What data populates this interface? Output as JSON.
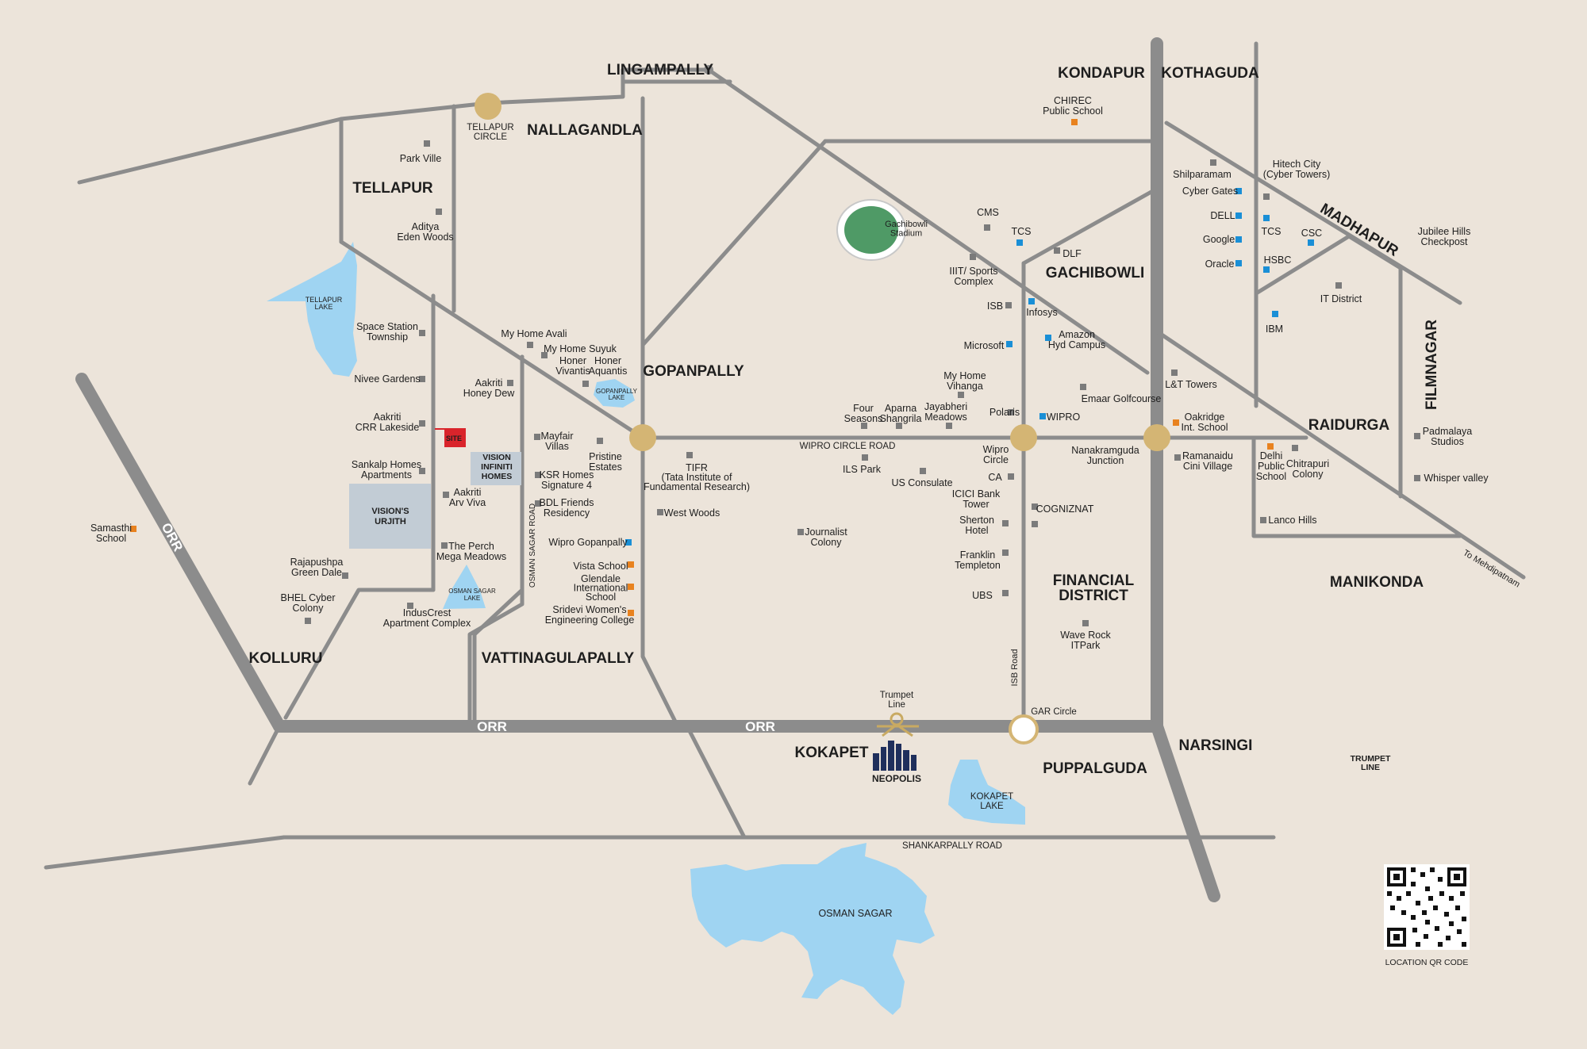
{
  "colors": {
    "background": "#ece4da",
    "road": "#8c8c8c",
    "water": "#9fd4f2",
    "junction": "#d4b574",
    "site": "#d9242b",
    "project_box": "#c2ccd5",
    "stadium": "#4f9a66",
    "school_marker": "#e8821f",
    "it_marker": "#1a8fd6",
    "generic_marker": "#7b7b7b"
  },
  "areas": {
    "lingampally": "LINGAMPALLY",
    "nallagandla": "NALLAGANDLA",
    "tellapur": "TELLAPUR",
    "gopanpally": "GOPANPALLY",
    "kondapur": "KONDAPUR",
    "kothaguda": "KOTHAGUDA",
    "madhapur": "MADHAPUR",
    "gachibowli": "GACHIBOWLI",
    "filmnagar": "FILMNAGAR",
    "raidurga": "RAIDURGA",
    "manikonda": "MANIKONDA",
    "financial_district": "FINANCIAL\nDISTRICT",
    "kolluru": "KOLLURU",
    "vattinagulapally": "VATTINAGULAPALLY",
    "kokapet": "KOKAPET",
    "puppalguda": "PUPPALGUDA",
    "narsingi": "NARSINGI"
  },
  "roads": {
    "orr_diag": "ORR",
    "orr_west": "ORR",
    "orr_mid": "ORR",
    "osman_sagar_road": "OSMAN SAGAR ROAD",
    "wipro_circle_road": "WIPRO CIRCLE ROAD",
    "isb_road": "ISB Road",
    "shankarpally_road": "SHANKARPALLY ROAD",
    "to_mehdipatnam": "To Mehdipatnam"
  },
  "water": {
    "tellapur_lake": "TELLAPUR\nLAKE",
    "gopanpally_lake": "GOPANPALLY\nLAKE",
    "osman_sagar_lake": "OSMAN SAGAR\nLAKE",
    "kokapet_lake": "KOKAPET\nLAKE",
    "osman_sagar": "OSMAN SAGAR"
  },
  "junctions": {
    "tellapur_circle": "TELLAPUR\nCIRCLE",
    "gar_circle": "GAR Circle",
    "trumpet_line": "Trumpet\nLine",
    "trumpet_line_right": "TRUMPET\nLINE"
  },
  "site": {
    "badge": "SITE",
    "vision_infiniti": "VISION\nINFINITI\nHOMES",
    "visions_urjith": "VISION'S\nURJITH",
    "neopolis": "NEOPOLIS"
  },
  "stadium": "Gachibowli\nStadium",
  "landmarks": {
    "park_ville": "Park Ville",
    "aditya_eden_woods": "Aditya\nEden Woods",
    "space_station_township": "Space Station\nTownship",
    "nivee_gardens": "Nivee Gardens",
    "aakriti_crr_lakeside": "Aakriti\nCRR Lakeside",
    "sankalp_homes": "Sankalp Homes\nApartments",
    "aakriti_arv_viva": "Aakriti\nArv Viva",
    "the_perch": "The Perch\nMega Meadows",
    "rajapushpa": "Rajapushpa\nGreen Dale",
    "bhel_cyber_colony": "BHEL Cyber\nColony",
    "industcrest": "IndusCrest\nApartment Complex",
    "samasthi_school": "Samasthi\nSchool",
    "my_home_avali": "My Home Avali",
    "my_home_suyuk": "My Home Suyuk",
    "honer_vivantis": "Honer\nVivantis",
    "honer_aquantis": "Honer\nAquantis",
    "aakriti_honey_dew": "Aakriti\nHoney Dew",
    "mayfair_villas": "Mayfair\nVillas",
    "pristine_estates": "Pristine\nEstates",
    "ksr_homes": "KSR Homes\nSignature 4",
    "bdl_friends": "BDL Friends\nResidency",
    "wipro_gopanpally": "Wipro Gopanpally",
    "vista_school": "Vista School",
    "glendale": "Glendale\nInternational\nSchool",
    "sridevi": "Sridevi Women's\nEngineering College",
    "tifr": "TIFR\n(Tata Institute of\nFundamental Research)",
    "west_woods": "West Woods",
    "journalist_colony": "Journalist\nColony",
    "four_seasons": "Four\nSeasons",
    "aparna_shangrila": "Aparna\nShangrila",
    "jayabheri_meadows": "Jayabheri\nMeadows",
    "my_home_vihanga": "My Home\nVihanga",
    "ils_park": "ILS Park",
    "us_consulate": "US Consulate",
    "cms": "CMS",
    "tcs_gachibowli": "TCS",
    "dlf": "DLF",
    "iiit": "IIIT/ Sports\nComplex",
    "isb": "ISB",
    "infosys": "Infosys",
    "microsoft": "Microsoft",
    "amazon": "Amazon\nHyd Campus",
    "polaris": "Polaris",
    "wipro": "WIPRO",
    "emaar": "Emaar Golfcourse",
    "wipro_circle": "Wipro\nCircle",
    "ca": "CA",
    "icici": "ICICI Bank\nTower",
    "cognizant": "COGNIZNAT",
    "sherton": "Sherton\nHotel",
    "franklin": "Franklin\nTempleton",
    "ubs": "UBS",
    "wave_rock": "Wave Rock\nITPark",
    "nanakramguda": "Nanakramguda\nJunction",
    "chirec": "CHIREC\nPublic School",
    "shilparamam": "Shilparamam",
    "hitech_city": "Hitech City\n(Cyber Towers)",
    "cyber_gates": "Cyber Gates",
    "dell": "DELL",
    "google": "Google",
    "oracle": "Oracle",
    "tcs_madhapur": "TCS",
    "csc": "CSC",
    "hsbc": "HSBC",
    "ibm": "IBM",
    "it_district": "IT District",
    "jubilee_hills": "Jubilee Hills\nCheckpost",
    "lt_towers": "L&T Towers",
    "oakridge": "Oakridge\nInt. School",
    "ramanaidu": "Ramanaidu\nCini Village",
    "delhi_public_school": "Delhi\nPublic\nSchool",
    "chitrapuri": "Chitrapuri\nColony",
    "padmalaya": "Padmalaya\nStudios",
    "whisper_valley": "Whisper valley",
    "lanco_hills": "Lanco Hills"
  },
  "qr": {
    "caption": "LOCATION QR CODE"
  }
}
